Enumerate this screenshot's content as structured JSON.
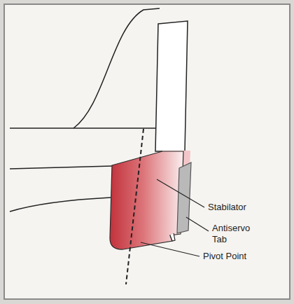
{
  "diagram": {
    "labels": [
      "Stabilator",
      "Antiservo Tab",
      "Pivot Point"
    ]
  }
}
